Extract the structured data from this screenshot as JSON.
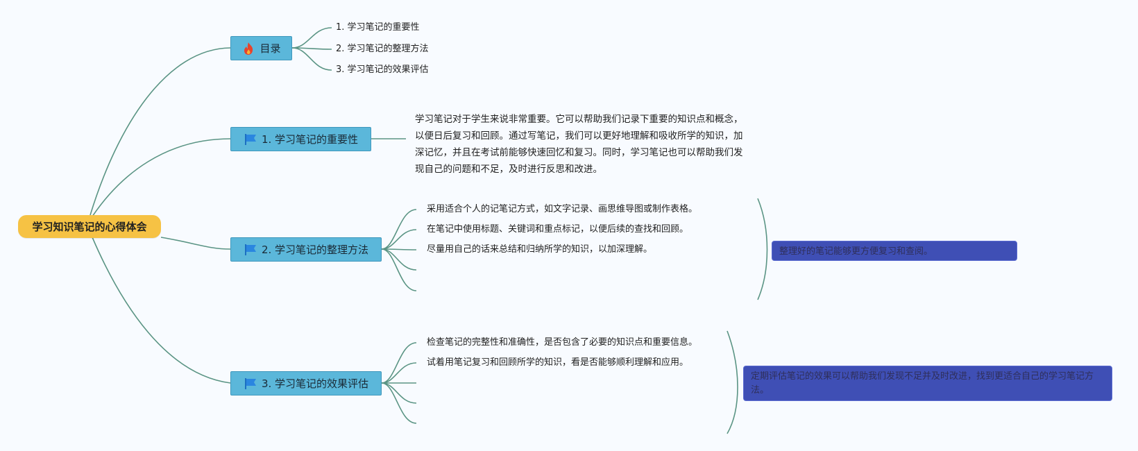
{
  "root": {
    "label": "学习知识笔记的心得体会"
  },
  "toc": {
    "label": "目录",
    "icon": "fire-icon",
    "items": [
      "1. 学习笔记的重要性",
      "2. 学习笔记的整理方法",
      "3. 学习笔记的效果评估"
    ]
  },
  "section1": {
    "label": "1. 学习笔记的重要性",
    "icon": "flag-icon",
    "paragraph_lines": [
      "学习笔记对于学生来说非常重要。它可以帮助我们记录下重要的知识点和概念，",
      "以便日后复习和回顾。通过写笔记，我们可以更好地理解和吸收所学的知识，加",
      "深记忆，并且在考试前能够快速回忆和复习。同时，学习笔记也可以帮助我们发",
      "现自己的问题和不足，及时进行反思和改进。"
    ]
  },
  "section2": {
    "label": "2. 学习笔记的整理方法",
    "icon": "flag-icon",
    "items": [
      "采用适合个人的记笔记方式，如文字记录、画思维导图或制作表格。",
      "在笔记中使用标题、关键词和重点标记，以便后续的查找和回顾。",
      "尽量用自己的话来总结和归纳所学的知识，以加深理解。"
    ],
    "summary": "整理好的笔记能够更方便复习和查阅。"
  },
  "section3": {
    "label": "3. 学习笔记的效果评估",
    "icon": "flag-icon",
    "items": [
      "检查笔记的完整性和准确性，是否包含了必要的知识点和重要信息。",
      "试着用笔记复习和回顾所学的知识，看是否能够顺利理解和应用。"
    ],
    "summary": "定期评估笔记的效果可以帮助我们发现不足并及时改进，找到更适合自己的学习笔记方法。"
  },
  "colors": {
    "link": "#5a9484",
    "root_fill": "#f6c244",
    "topic_fill": "#5bb7da",
    "summary_fill": "#3f4fb5",
    "background": "#f8fbff"
  }
}
